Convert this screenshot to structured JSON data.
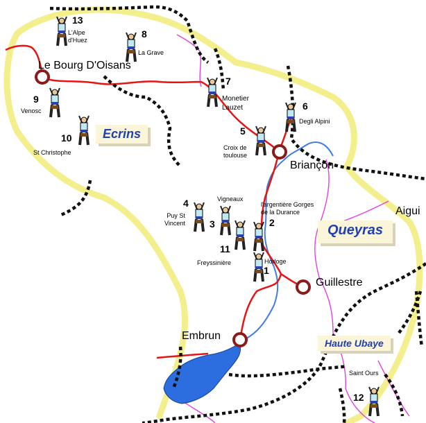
{
  "towns": {
    "bourg": "Le Bourg D'Oisans",
    "briancon": "Briançon",
    "guillestre": "Guillestre",
    "embrun": "Embrun",
    "aigui": "Aigui"
  },
  "regions": {
    "ecrins": "Ecrins",
    "queyras": "Queyras",
    "haute_ubaye": "Haute Ubaye"
  },
  "sites": [
    {
      "num": "13",
      "label": "L'Alpe\nd'Huez"
    },
    {
      "num": "8",
      "label": "La Grave"
    },
    {
      "num": "9",
      "label": "Venosc"
    },
    {
      "num": "10",
      "label": "St Christophe"
    },
    {
      "num": "7",
      "label": "Monetier\nLauzet"
    },
    {
      "num": "6",
      "label": "Degli Alpini"
    },
    {
      "num": "5",
      "label": "Croix de\ntoulouse"
    },
    {
      "num": "4",
      "label": "Puy St\nVincent"
    },
    {
      "num": "3",
      "label": "Vigneaux"
    },
    {
      "num": "2",
      "label": "l'argentière Gorges\nde la Durance"
    },
    {
      "num": "11",
      "label": "Freyssinière"
    },
    {
      "num": "1",
      "label": "Horloge"
    },
    {
      "num": "12",
      "label": "Saint Ours"
    }
  ],
  "colors": {
    "border": "#f3ef8c",
    "road": "#e81414",
    "river": "#3f7de0",
    "lake": "#2c6ee0",
    "railway": "#111111",
    "pink_road": "#e040e0",
    "town_ring": "#8b1a1a",
    "region_text": "#1f3fb5"
  },
  "icons": {
    "climber": "climber-icon",
    "town": "town-marker-icon"
  }
}
